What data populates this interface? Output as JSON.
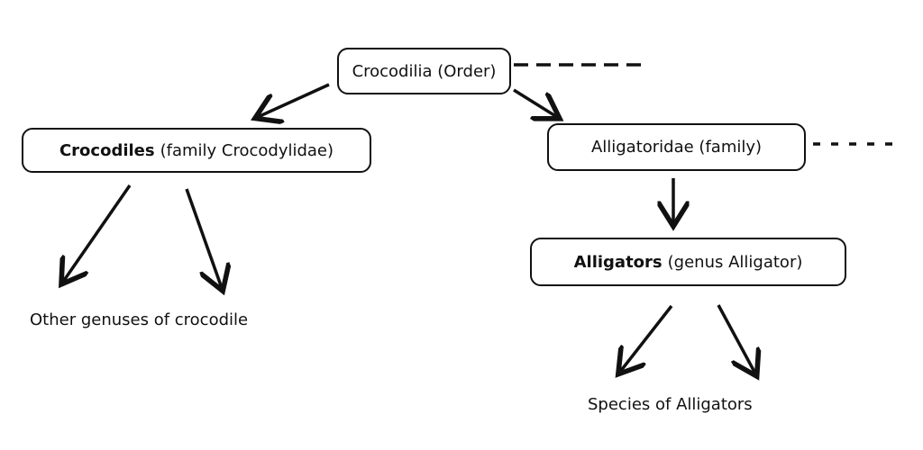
{
  "nodes": {
    "order": {
      "text": "Crocodilia (Order)"
    },
    "crocodiles": {
      "bold": "Crocodiles",
      "rest": "(family Crocodylidae)"
    },
    "alligatoridae": {
      "text": "Alligatoridae (family)"
    },
    "alligators": {
      "bold": "Alligators",
      "rest": "(genus Alligator)"
    }
  },
  "labels": {
    "croc_genuses": "Other genuses of crocodile",
    "alligator_species": "Species of Alligators"
  },
  "colors": {
    "stroke": "#111111",
    "background": "#ffffff"
  }
}
